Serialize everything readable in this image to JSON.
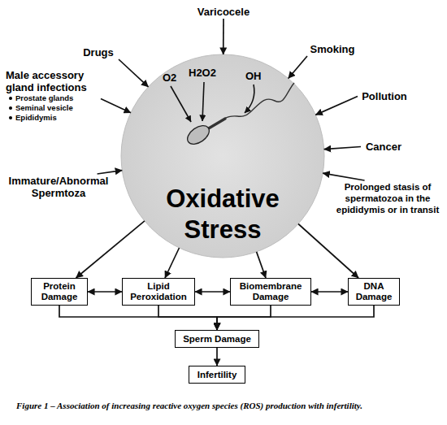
{
  "diagram": {
    "caption": "Figure 1 – Association of increasing reactive oxygen species (ROS) production with infertility.",
    "nodes": [
      {
        "text": [
          "Varicocele"
        ]
      },
      {
        "text": [
          "Drugs"
        ]
      },
      {
        "text": [
          "Smoking"
        ]
      },
      {
        "text": [
          "Male accessory gland infections",
          "Prostate glands",
          "Seminal vesicle",
          "Epididymis"
        ]
      },
      {
        "text": [
          "Pollution"
        ]
      },
      {
        "text": [
          "Cancer"
        ]
      },
      {
        "text": [
          "Immature/Abnormal Spermtoza"
        ]
      },
      {
        "text": [
          "Prolonged stasis of spermatozoa in the epididymis or in transit"
        ]
      },
      {
        "text": [
          "Oxidative Stress"
        ]
      },
      {
        "text": [
          "Protein Damage"
        ]
      },
      {
        "text": [
          "Lipid Peroxidation"
        ]
      },
      {
        "text": [
          "Biomembrane Damage"
        ]
      },
      {
        "text": [
          "DNA Damage"
        ]
      },
      {
        "text": [
          "Sperm Damage"
        ]
      },
      {
        "text": [
          "Infertility"
        ]
      }
    ],
    "edges": [
      {
        "from": 0,
        "to": 8,
        "arrow": "to"
      },
      {
        "from": 1,
        "to": 8,
        "arrow": "to"
      },
      {
        "from": 2,
        "to": 8,
        "arrow": "to"
      },
      {
        "from": 3,
        "to": 8,
        "arrow": "to"
      },
      {
        "from": 4,
        "to": 8,
        "arrow": "to"
      },
      {
        "from": 5,
        "to": 8,
        "arrow": "to"
      },
      {
        "from": 6,
        "to": 8,
        "arrow": "to"
      },
      {
        "from": 7,
        "to": 8,
        "arrow": "to"
      },
      {
        "from": 8,
        "to": 9,
        "arrow": "to"
      },
      {
        "from": 8,
        "to": 10,
        "arrow": "to"
      },
      {
        "from": 8,
        "to": 11,
        "arrow": "to"
      },
      {
        "from": 8,
        "to": 12,
        "arrow": "to"
      },
      {
        "from": 9,
        "to": 10,
        "arrow": "both"
      },
      {
        "from": 10,
        "to": 11,
        "arrow": "both"
      },
      {
        "from": 11,
        "to": 12,
        "arrow": "both"
      },
      {
        "from": 9,
        "to": 13,
        "arrow": "to"
      },
      {
        "from": 10,
        "to": 13,
        "arrow": "to"
      },
      {
        "from": 11,
        "to": 13,
        "arrow": "to"
      },
      {
        "from": 12,
        "to": 13,
        "arrow": "to"
      },
      {
        "from": 13,
        "to": 14,
        "arrow": "to"
      }
    ],
    "labels": [
      "O2",
      "H2O2",
      "OH"
    ]
  }
}
